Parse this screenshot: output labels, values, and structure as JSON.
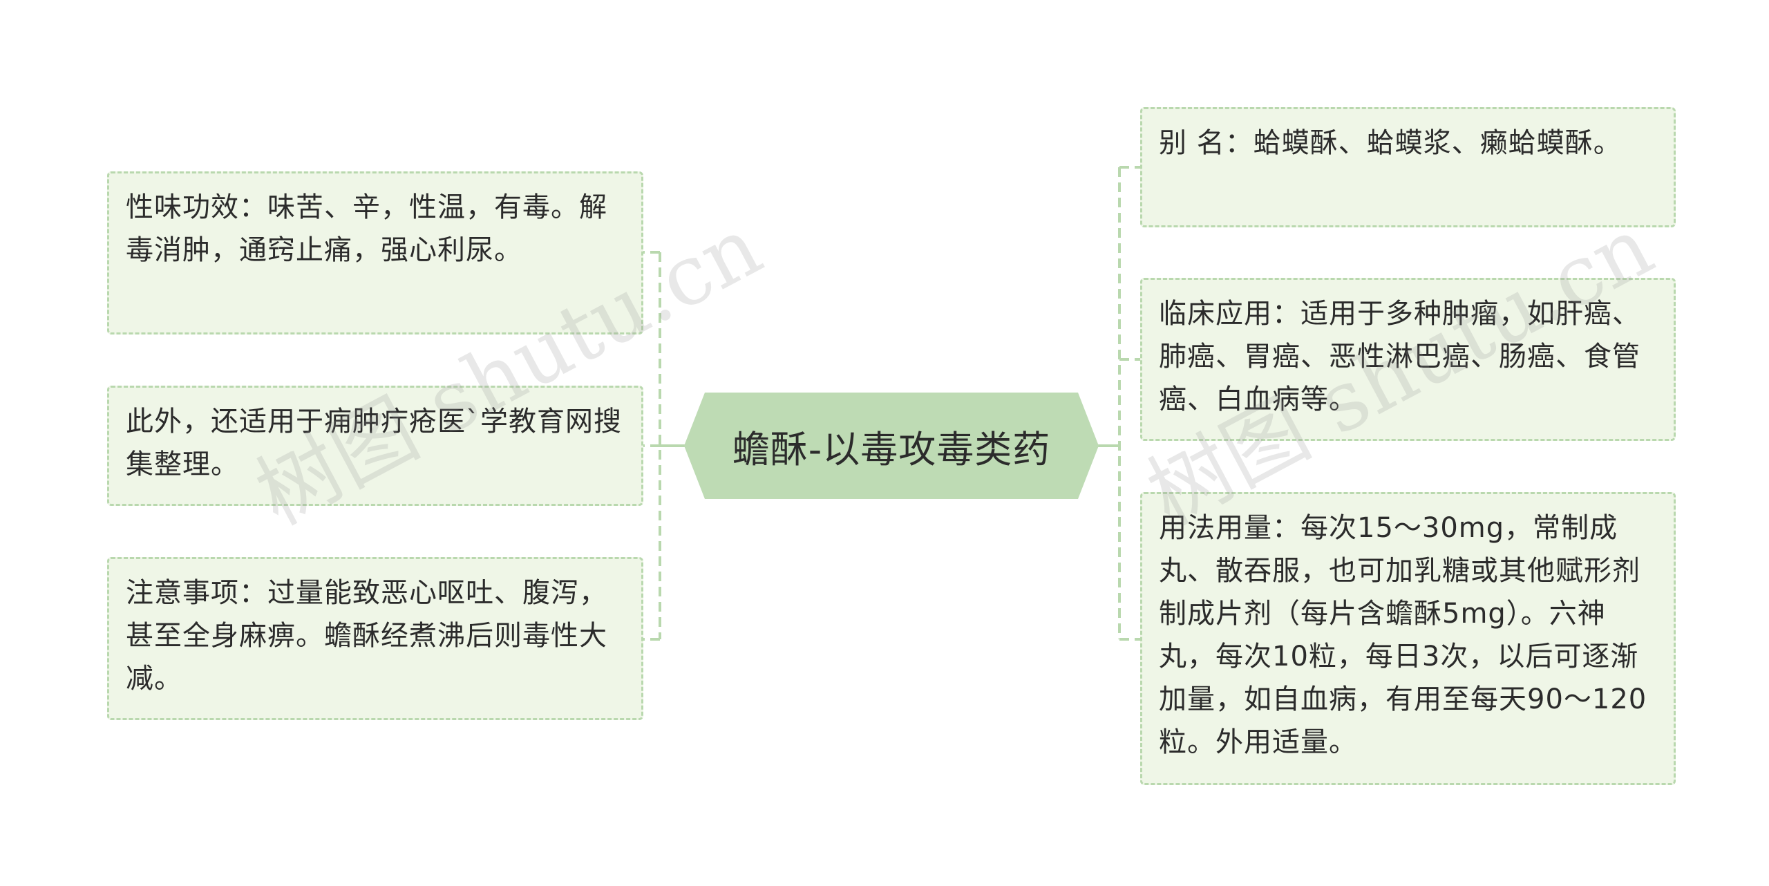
{
  "center": {
    "title": "蟾酥-以毒攻毒类药"
  },
  "left_nodes": [
    {
      "text": "性味功效：味苦、辛，性温，有毒。解毒消肿，通窍止痛，强心利尿。"
    },
    {
      "text": "此外，还适用于痈肿疔疮医`学教育网搜集整理。"
    },
    {
      "text": "注意事项：过量能致恶心呕吐、腹泻，甚至全身麻痹。蟾酥经煮沸后则毒性大减。"
    }
  ],
  "right_nodes": [
    {
      "text": "别 名：蛤蟆酥、蛤蟆浆、癞蛤蟆酥。"
    },
    {
      "text": "临床应用：适用于多种肿瘤，如肝癌、肺癌、胃癌、恶性淋巴癌、肠癌、食管癌、白血病等。"
    },
    {
      "text": "用法用量：每次15～30mg，常制成丸、散吞服，也可加乳糖或其他赋形剂制成片剂（每片含蟾酥5mg）。六神丸，每次10粒，每日3次，以后可逐渐加量，如自血病，有用至每天90～120粒。外用适量。"
    }
  ],
  "watermarks": [
    "树图 shutu.cn",
    "树图 shutu.cn"
  ],
  "colors": {
    "center_fill": "#bedbb4",
    "node_fill": "#eff6e7",
    "node_border": "#b9d8ae",
    "connector": "#b9d8ae",
    "text": "#2b2b2b"
  }
}
